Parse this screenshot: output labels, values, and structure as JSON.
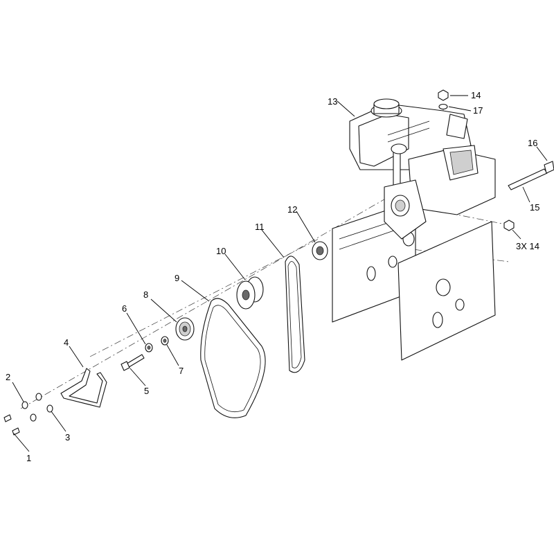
{
  "callouts": {
    "c1": "1",
    "c2": "2",
    "c3": "3",
    "c4": "4",
    "c5": "5",
    "c6": "6",
    "c7": "7",
    "c8": "8",
    "c9": "9",
    "c10": "10",
    "c11": "11",
    "c12": "12",
    "c13": "13",
    "c14": "14",
    "c15": "15",
    "c16": "16",
    "c17": "17",
    "c3x14": "3X 14"
  }
}
